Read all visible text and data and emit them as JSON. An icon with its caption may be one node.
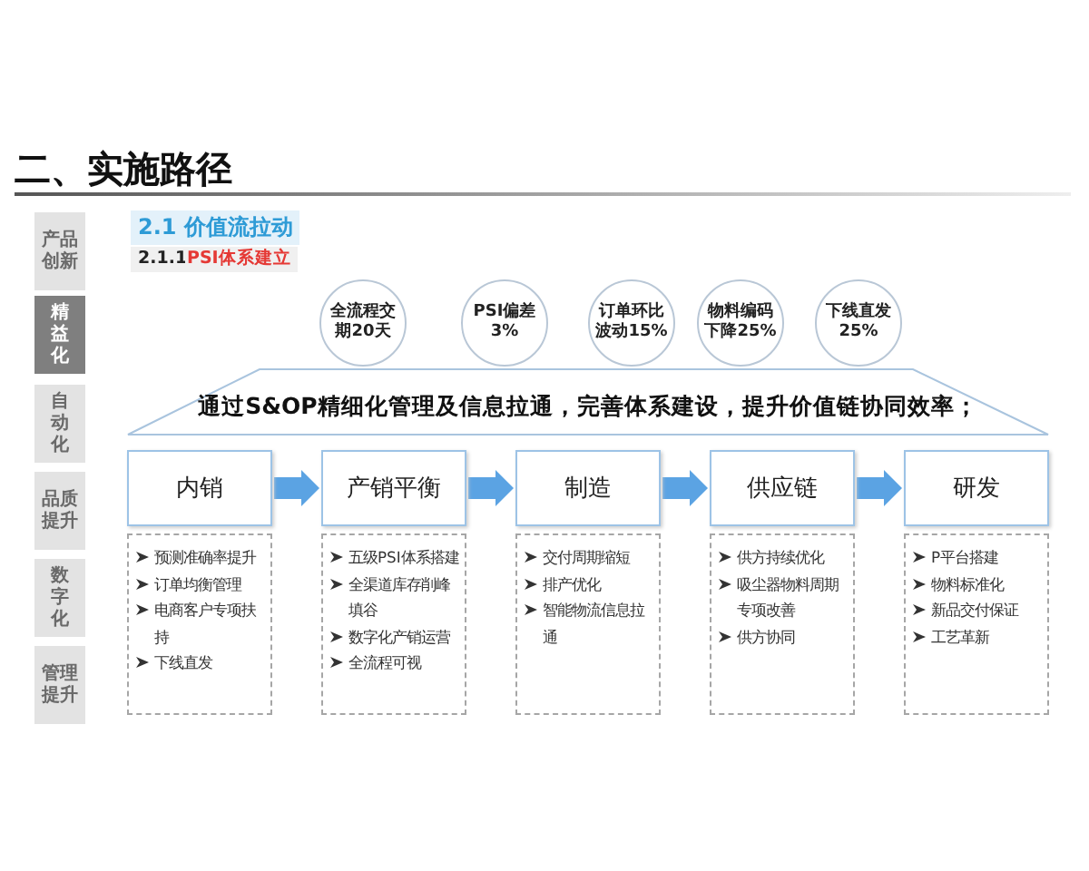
{
  "diagram": {
    "title": "二、实施路径",
    "nodes": [
      {
        "text": [
          "产品创新"
        ]
      },
      {
        "text": [
          "精益化"
        ]
      },
      {
        "text": [
          "自动化"
        ]
      },
      {
        "text": [
          "品质提升"
        ]
      },
      {
        "text": [
          "数字化"
        ]
      },
      {
        "text": [
          "管理提升"
        ]
      },
      {
        "text": [
          "全流程交期20天"
        ]
      },
      {
        "text": [
          "PSI偏差3%"
        ]
      },
      {
        "text": [
          "订单环比波动15%"
        ]
      },
      {
        "text": [
          "物料编码下降25%"
        ]
      },
      {
        "text": [
          "下线直发25%"
        ]
      },
      {
        "text": [
          "通过S&OP精细化管理及信息拉通，完善体系建设，提升价值链协同效率；"
        ]
      },
      {
        "text": [
          "内销"
        ]
      },
      {
        "text": [
          "产销平衡"
        ]
      },
      {
        "text": [
          "制造"
        ]
      },
      {
        "text": [
          "供应链"
        ]
      },
      {
        "text": [
          "研发"
        ]
      },
      {
        "text": [
          "预测准确率提升",
          "订单均衡管理",
          "电商客户专项扶持",
          "下线直发"
        ]
      },
      {
        "text": [
          "五级PSI体系搭建",
          "全渠道库存削峰填谷",
          "数字化产销运营",
          "全流程可视"
        ]
      },
      {
        "text": [
          "交付周期缩短",
          "排产优化",
          "智能物流信息拉通"
        ]
      },
      {
        "text": [
          "供方持续优化",
          "吸尘器物料周期专项改善",
          "供方协同"
        ]
      },
      {
        "text": [
          "P平台搭建",
          "物料标准化",
          "新品交付保证",
          "工艺革新"
        ]
      }
    ],
    "edges": [
      {
        "from": 12,
        "to": 13,
        "arrow": "to"
      },
      {
        "from": 13,
        "to": 14,
        "arrow": "to"
      },
      {
        "from": 14,
        "to": 15,
        "arrow": "to"
      },
      {
        "from": 15,
        "to": 16,
        "arrow": "to"
      }
    ],
    "labels": [
      "2.1 价值流拉动",
      "2.1.1",
      "PSI体系建立"
    ]
  }
}
